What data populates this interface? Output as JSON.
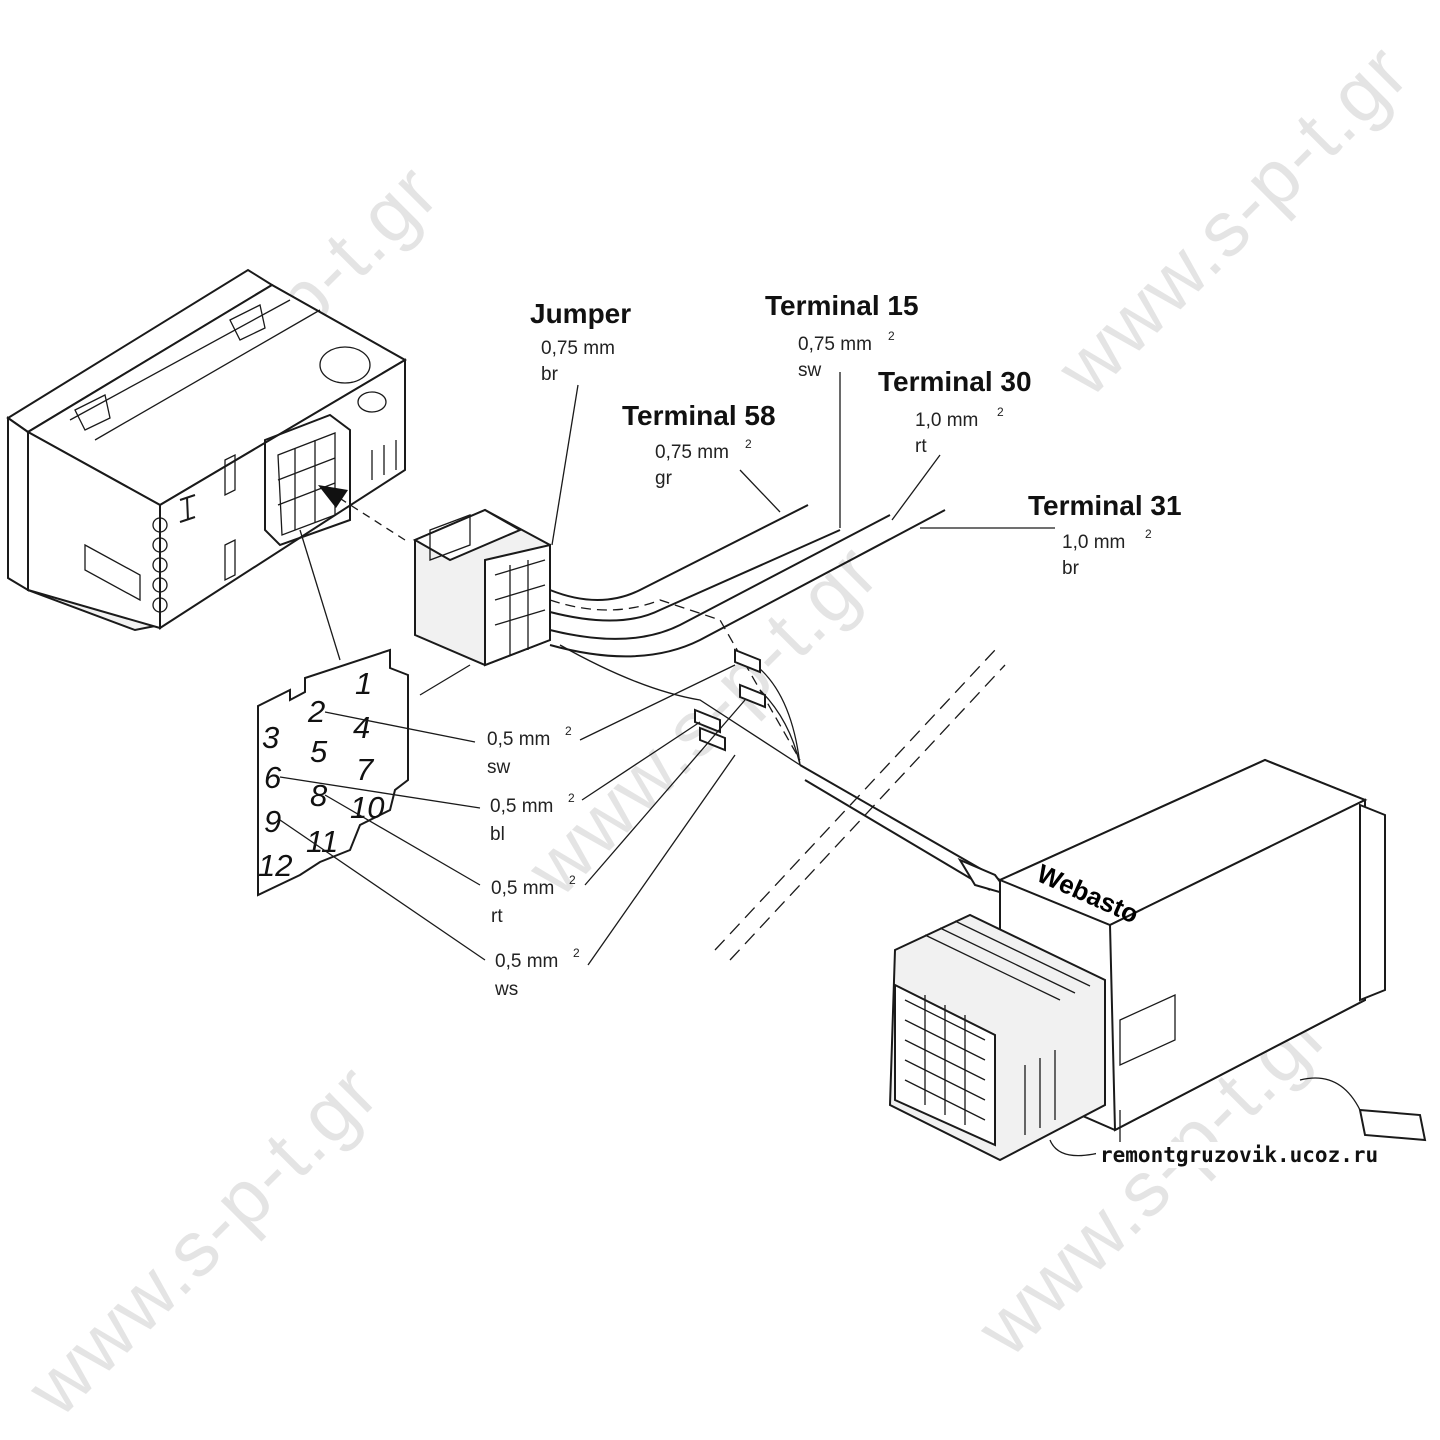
{
  "watermark": "www.s-p-t.gr",
  "credit": "remontgruzovik.ucoz.ru",
  "brand": "Webasto",
  "terminals": [
    {
      "id": "jumper",
      "title": "Jumper",
      "size": "0,75 mm",
      "sup": "",
      "color": "br"
    },
    {
      "id": "t58",
      "title": "Terminal 58",
      "size": "0,75 mm",
      "sup": "2",
      "color": "gr"
    },
    {
      "id": "t15",
      "title": "Terminal 15",
      "size": "0,75 mm",
      "sup": "2",
      "color": "sw"
    },
    {
      "id": "t30",
      "title": "Terminal 30",
      "size": "1,0 mm",
      "sup": "2",
      "color": "rt"
    },
    {
      "id": "t31",
      "title": "Terminal 31",
      "size": "1,0 mm",
      "sup": "2",
      "color": "br"
    }
  ],
  "signal_wires": [
    {
      "size": "0,5 mm",
      "sup": "2",
      "color": "sw"
    },
    {
      "size": "0,5 mm",
      "sup": "2",
      "color": "bl"
    },
    {
      "size": "0,5 mm",
      "sup": "2",
      "color": "rt"
    },
    {
      "size": "0,5 mm",
      "sup": "2",
      "color": "ws"
    }
  ],
  "pins": [
    "1",
    "2",
    "3",
    "4",
    "5",
    "6",
    "7",
    "8",
    "9",
    "10",
    "11",
    "12"
  ]
}
